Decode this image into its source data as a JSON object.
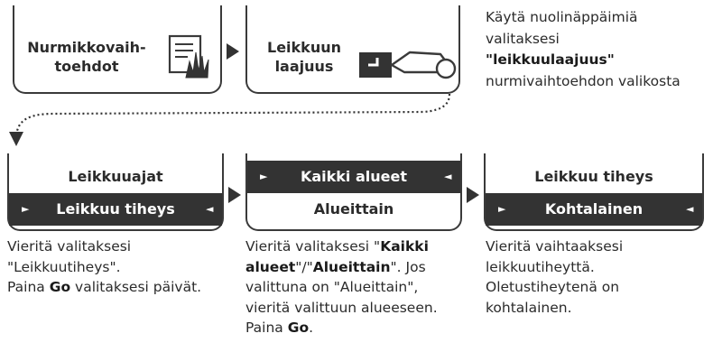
{
  "top": {
    "panel1": {
      "label": "Nurmikkovaih-\ntoehdot",
      "icon": "grass-options-icon"
    },
    "panel2": {
      "label": "Leikkuun\nlaajuus",
      "icon": "cutting-area-icon"
    },
    "instruction": {
      "line1": "Käytä nuolinäppäimiä",
      "line2": "valitaksesi",
      "line3_bold": "\"leikkuulaajuus\"",
      "line4": "nurmivaihtoehdon valikosta"
    }
  },
  "bottom": {
    "panel1": {
      "row1": "Leikkuuajat",
      "row2_selected": "Leikkuu tiheys"
    },
    "panel2": {
      "row1_selected": "Kaikki alueet",
      "row2": "Alueittain"
    },
    "panel3": {
      "row1": "Leikkuu tiheys",
      "row2_selected": "Kohtalainen"
    }
  },
  "captions": {
    "c1": {
      "line1": "Vieritä valitaksesi",
      "line2": "\"Leikkuutiheys\".",
      "line3_pre": "Paina ",
      "line3_bold": "Go",
      "line3_post": " valitaksesi päivät."
    },
    "c2": {
      "line1_pre": "Vieritä valitaksesi \"",
      "line1_bold": "Kaikki",
      "line2_bold1": "alueet",
      "line2_mid": "\"/\"",
      "line2_bold2": "Alueittain",
      "line2_post": "\". Jos",
      "line3": "valittuna on \"Alueittain\",",
      "line4": "vieritä valittuun alueeseen.",
      "line5_pre": "Paina ",
      "line5_bold": "Go",
      "line5_post": "."
    },
    "c3": {
      "line1": "Vieritä vaihtaaksesi",
      "line2": "leikkuutiheyttä.",
      "line3": "Oletustiheytenä on",
      "line4": "kohtalainen."
    }
  },
  "colors": {
    "dark_bar": "#333333",
    "text": "#2b2b2b",
    "border": "#3a3a3a"
  }
}
